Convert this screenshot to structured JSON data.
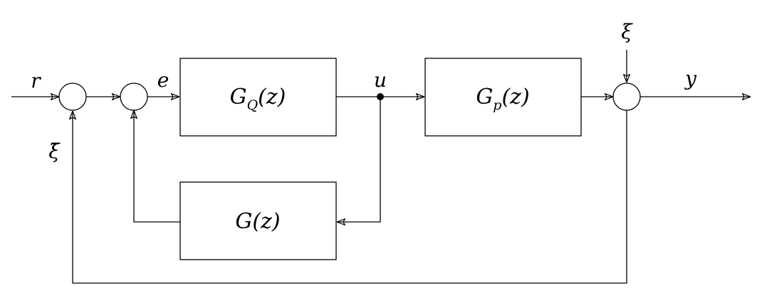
{
  "signals": {
    "r": "r",
    "e": "e",
    "u": "u",
    "y": "y",
    "xi": "ξ",
    "xi_bar": "ξ̄"
  },
  "blocks": {
    "gq": {
      "main": "G",
      "sub": "Q",
      "arg": "(z)"
    },
    "gp": {
      "main": "G",
      "sub": "p",
      "arg": "(z)"
    },
    "g": {
      "main": "G",
      "arg": "(z)"
    }
  },
  "colors": {
    "stroke": "#000000",
    "background": "#ffffff"
  }
}
